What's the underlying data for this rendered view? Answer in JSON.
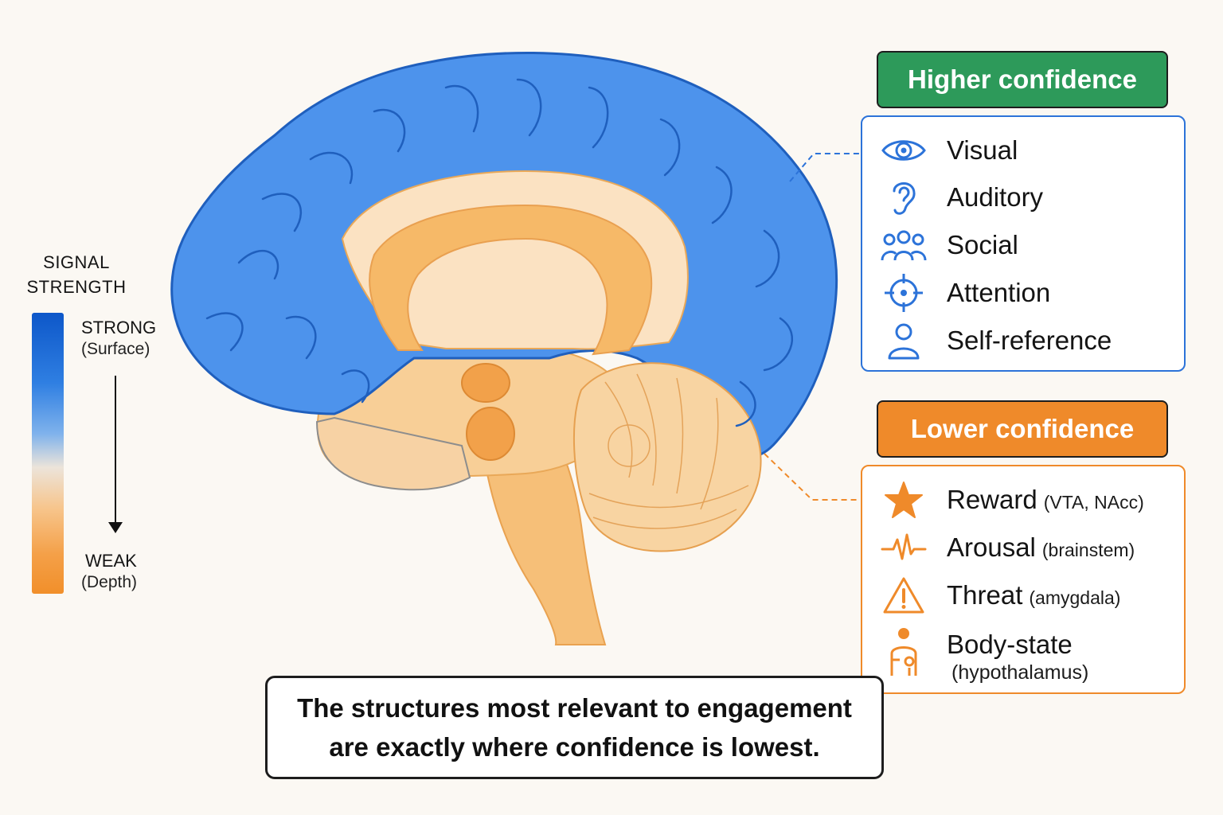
{
  "legend": {
    "title_line1": "SIGNAL",
    "title_line2": "STRENGTH",
    "strong_label": "STRONG",
    "strong_sub": "(Surface)",
    "weak_label": "WEAK",
    "weak_sub": "(Depth)",
    "gradient_colors": [
      "#0d57c9",
      "#ece4da",
      "#f18f2a"
    ]
  },
  "higher": {
    "header": "Higher confidence",
    "header_color": "#2d9a5a",
    "accent_color": "#2c73d9",
    "items": [
      {
        "icon": "eye-icon",
        "label": "Visual"
      },
      {
        "icon": "ear-icon",
        "label": "Auditory"
      },
      {
        "icon": "people-icon",
        "label": "Social"
      },
      {
        "icon": "crosshair-icon",
        "label": "Attention"
      },
      {
        "icon": "person-icon",
        "label": "Self-reference"
      }
    ]
  },
  "lower": {
    "header": "Lower confidence",
    "header_color": "#ef8a2a",
    "accent_color": "#ef8a2a",
    "items": [
      {
        "icon": "star-icon",
        "label": "Reward",
        "sub": "(VTA, NAcc)"
      },
      {
        "icon": "pulse-icon",
        "label": "Arousal",
        "sub": "(brainstem)"
      },
      {
        "icon": "warning-icon",
        "label": "Threat",
        "sub": "(amygdala)"
      },
      {
        "icon": "body-icon",
        "label": "Body-state",
        "sub": "(hypothalamus)"
      }
    ]
  },
  "caption": {
    "line1": "The structures most relevant to engagement",
    "line2": "are exactly where confidence is lowest."
  },
  "colors": {
    "cortex_blue": "#4d93ec",
    "deep_orange": "#f6c27f"
  }
}
